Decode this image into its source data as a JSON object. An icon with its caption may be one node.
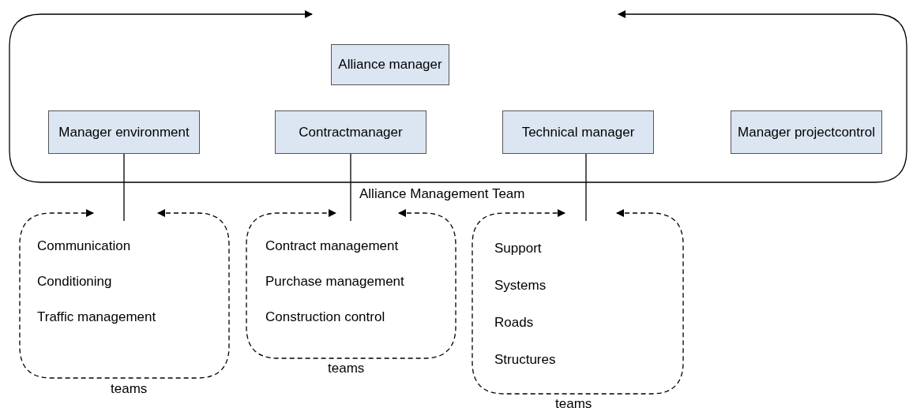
{
  "diagram": {
    "nodes": [
      {
        "text": [
          "Alliance Management Team"
        ]
      },
      {
        "text": [
          "Alliance manager"
        ],
        "in": 0
      },
      {
        "text": [
          "Manager environment"
        ],
        "in": 0
      },
      {
        "text": [
          "Contractmanager"
        ],
        "in": 0
      },
      {
        "text": [
          "Technical manager"
        ],
        "in": 0
      },
      {
        "text": [
          "Manager projectcontrol"
        ],
        "in": 0
      },
      {
        "text": [
          "Communication",
          "Conditioning",
          "Traffic management",
          "teams"
        ]
      },
      {
        "text": [
          "Contract management",
          "Purchase management",
          "Construction control",
          "teams"
        ]
      },
      {
        "text": [
          "Support",
          "Systems",
          "Roads",
          "Structures",
          "teams"
        ]
      }
    ],
    "edges": [
      {
        "from": 2,
        "to": 6,
        "arrow": "none"
      },
      {
        "from": 3,
        "to": 7,
        "arrow": "none"
      },
      {
        "from": 4,
        "to": 8,
        "arrow": "none"
      }
    ]
  }
}
